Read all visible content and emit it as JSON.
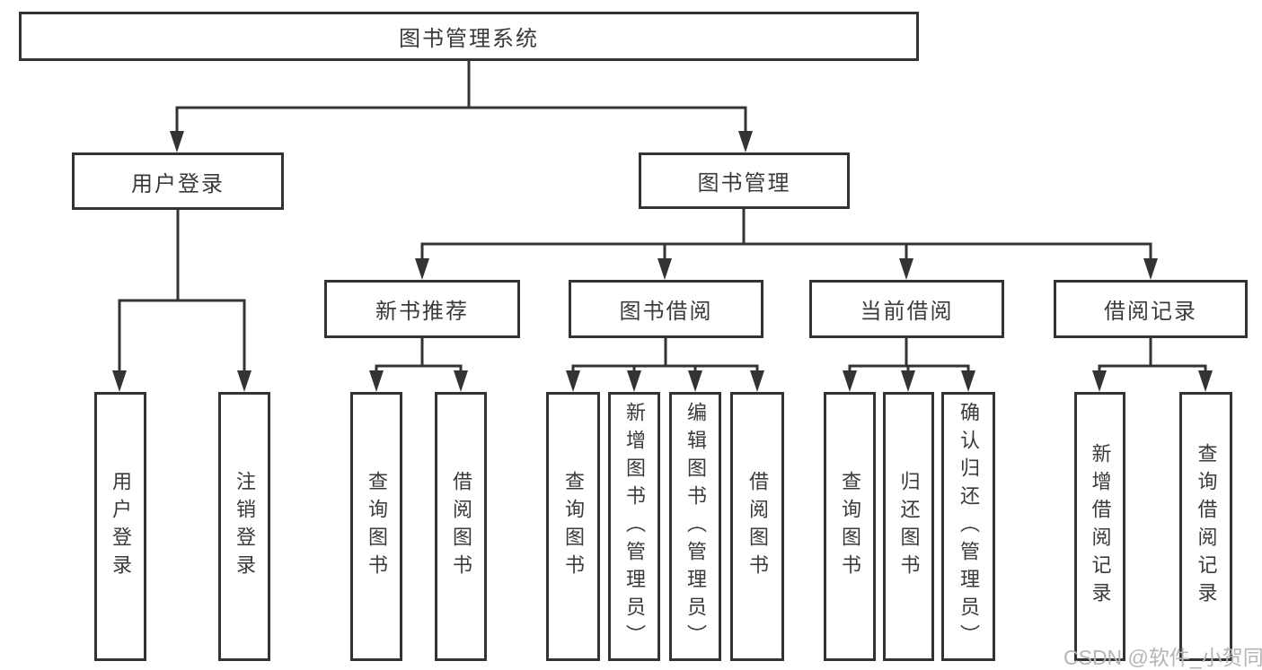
{
  "diagram": {
    "title": "图书管理系统",
    "nodes": {
      "root": "图书管理系统",
      "user_login": "用户登录",
      "book_mgmt": "图书管理",
      "new_book_rec": "新书推荐",
      "book_borrow": "图书借阅",
      "current_borrow": "当前借阅",
      "borrow_records": "借阅记录",
      "user_login_leaf": "用户登录",
      "logout_leaf": "注销登录",
      "query_books_rec": "查询图书",
      "borrow_books_rec": "借阅图书",
      "query_books_borrow": "查询图书",
      "add_books": "新增图书（管理员）",
      "edit_books": "编辑图书（管理员）",
      "borrow_books_borrow": "借阅图书",
      "query_books_current": "查询图书",
      "return_books": "归还图书",
      "confirm_return": "确认归还（管理员）",
      "add_borrow_record": "新增借阅记录",
      "query_borrow_record": "查询借阅记录"
    },
    "structure": {
      "root": [
        "user_login",
        "book_mgmt"
      ],
      "user_login": [
        "user_login_leaf",
        "logout_leaf"
      ],
      "book_mgmt": [
        "new_book_rec",
        "book_borrow",
        "current_borrow",
        "borrow_records"
      ],
      "new_book_rec": [
        "query_books_rec",
        "borrow_books_rec"
      ],
      "book_borrow": [
        "query_books_borrow",
        "add_books",
        "edit_books",
        "borrow_books_borrow"
      ],
      "current_borrow": [
        "query_books_current",
        "return_books",
        "confirm_return"
      ],
      "borrow_records": [
        "add_borrow_record",
        "query_borrow_record"
      ]
    },
    "colors": {
      "line": "#333333",
      "text": "#3a3a3a",
      "background": "#ffffff",
      "watermark": "#b5b5b5"
    }
  },
  "watermark": "CSDN @软件_小贺同学"
}
